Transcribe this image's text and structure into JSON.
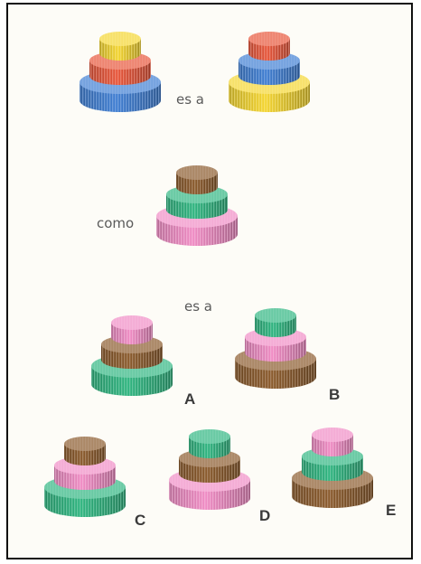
{
  "text": {
    "es_a_1": "es a",
    "como": "como",
    "es_a_2": "es a"
  },
  "palette": {
    "yellow": "#f4d530",
    "red": "#e8563a",
    "blue": "#3f7ed2",
    "brown": "#8a5a2c",
    "green": "#2fb580",
    "pink": "#f08cc4"
  },
  "stacks": [
    {
      "id": "example-left",
      "label": "",
      "layers": [
        "blue",
        "red",
        "yellow"
      ]
    },
    {
      "id": "example-right",
      "label": "",
      "layers": [
        "yellow",
        "blue",
        "red"
      ]
    },
    {
      "id": "question",
      "label": "",
      "layers": [
        "pink",
        "green",
        "brown"
      ]
    },
    {
      "id": "option-a",
      "label": "A",
      "layers": [
        "green",
        "brown",
        "pink"
      ]
    },
    {
      "id": "option-b",
      "label": "B",
      "layers": [
        "brown",
        "pink",
        "green"
      ]
    },
    {
      "id": "option-c",
      "label": "C",
      "layers": [
        "green",
        "pink",
        "brown"
      ]
    },
    {
      "id": "option-d",
      "label": "D",
      "layers": [
        "pink",
        "brown",
        "green"
      ]
    },
    {
      "id": "option-e",
      "label": "E",
      "layers": [
        "brown",
        "green",
        "pink"
      ]
    }
  ]
}
